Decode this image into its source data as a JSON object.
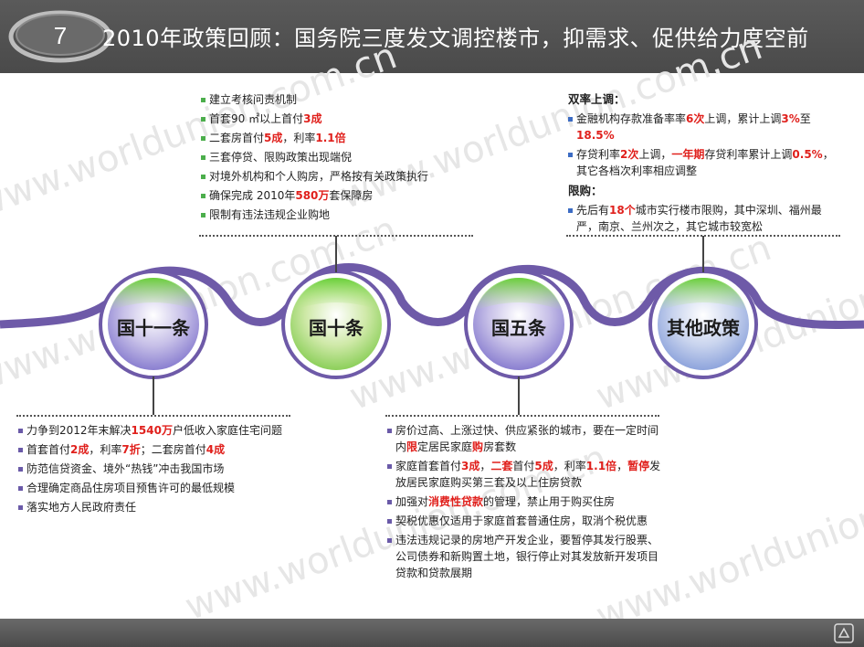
{
  "header": {
    "title": "2010年政策回顾：国务院三度发文调控楼市，抑需求、促供给力度空前",
    "badge_text": "7"
  },
  "watermark": "www.worldunion.com.cn",
  "colors": {
    "header_bg": "#4f4f4f",
    "timeline": "#6e5aa8",
    "bullet_green": "#4cae4c",
    "bullet_purple": "#6a5aa8",
    "bullet_blue": "#3c6cc4",
    "highlight": "#e0201c"
  },
  "nodes": [
    {
      "label": "国十一条"
    },
    {
      "label": "国十条"
    },
    {
      "label": "国五条"
    },
    {
      "label": "其他政策"
    }
  ],
  "guoshi": {
    "items": [
      [
        "建立考核问责机制"
      ],
      [
        "首套90 ㎡以上首付",
        "3成"
      ],
      [
        "二套房首付",
        "5成",
        "，利率",
        "1.1倍"
      ],
      [
        "三套停贷、限购政策出现端倪"
      ],
      [
        "对境外机构和个人购房，严格按有关政策执行"
      ],
      [
        "确保完成 2010年",
        "580万",
        "套保障房"
      ],
      [
        "限制有违法违规企业购地"
      ]
    ]
  },
  "guoshiyi": {
    "items": [
      [
        "力争到2012年末解决",
        "1540万",
        "户低收入家庭住宅问题"
      ],
      [
        "首套首付",
        "2成",
        "，利率",
        "7折",
        "；二套房首付",
        "4成"
      ],
      [
        "防范信贷资金、境外“热钱”冲击我国市场"
      ],
      [
        "合理确定商品住房项目预售许可的最低规模"
      ],
      [
        "落实地方人民政府责任"
      ]
    ]
  },
  "guowu": {
    "items": [
      [
        "房价过高、上涨过快、供应紧张的城市，要在一定时间内",
        "限",
        "定居民家庭",
        "购",
        "房套数"
      ],
      [
        "家庭首套首付",
        "3成",
        "，",
        "二套",
        "首付",
        "5成",
        "，利率",
        "1.1倍",
        "，",
        "暂停",
        "发放居民家庭购买第三套及以上住房贷款"
      ],
      [
        "加强对",
        "消费性贷款",
        "的管理，禁止用于购买住房"
      ],
      [
        "契税优惠仅适用于家庭首套普通住房，取消个税优惠"
      ],
      [
        "违法违规记录的房地产开发企业，要暂停其发行股票、公司债券和新购置土地，银行停止对其发放新开发项目贷款和贷款展期"
      ]
    ]
  },
  "other": {
    "heading1": "双率上调：",
    "items1": [
      [
        "金融机构存款准备率率",
        "6次",
        "上调，累计上调",
        "3%",
        "至",
        "18.5%"
      ],
      [
        "存贷利率",
        "2次",
        "上调，",
        "一年期",
        "存贷利率累计上调",
        "0.5%",
        "，其它各档次利率相应调整"
      ]
    ],
    "heading2": "限购：",
    "items2": [
      [
        "先后有",
        "18个",
        "城市实行楼市限购，其中深圳、福州最严，南京、兰州次之，其它城市较宽松"
      ]
    ]
  }
}
